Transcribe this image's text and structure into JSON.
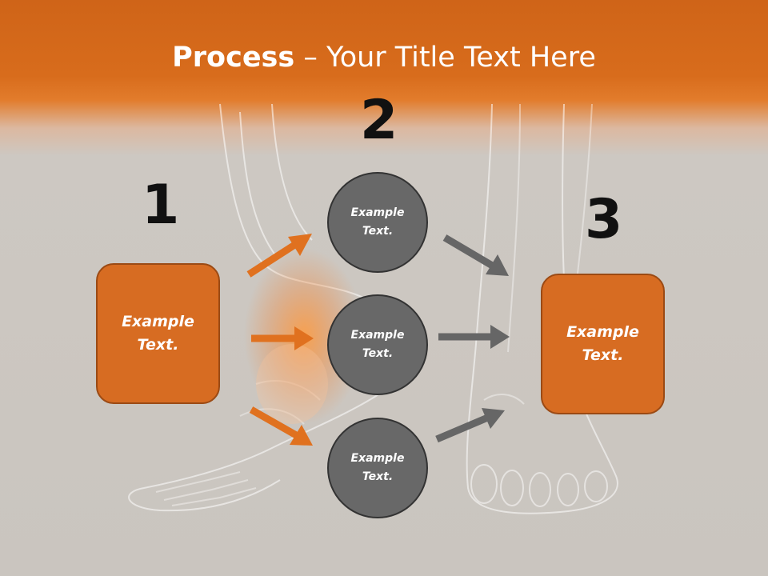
{
  "title": {
    "bold": "Process",
    "rest": " – Your Title Text Here"
  },
  "steps": [
    {
      "number": "1",
      "text": "Example Text."
    },
    {
      "number": "2",
      "items": [
        "Example Text.",
        "Example Text.",
        "Example Text."
      ]
    },
    {
      "number": "3",
      "text": "Example Text."
    }
  ],
  "colors": {
    "accent": "#d76c22",
    "accent_border": "#9b4a14",
    "circle_fill": "#686868",
    "arrow_gray": "#666666",
    "arrow_orange": "#e0711f",
    "header": "#d86c1c"
  }
}
